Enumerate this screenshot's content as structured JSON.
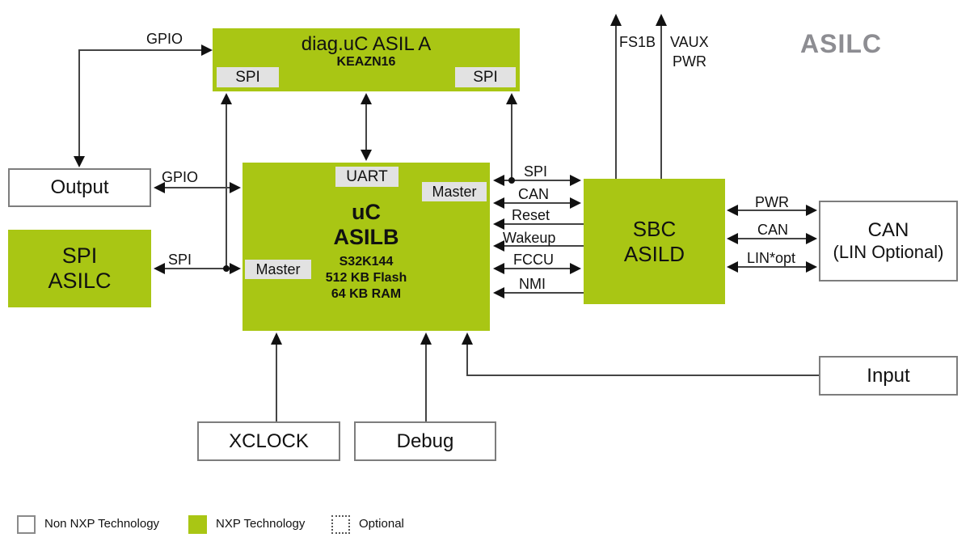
{
  "watermark": "ASILC",
  "blocks": {
    "diag_uc": {
      "title": "diag.uC ASIL A",
      "subtitle": "KEAZN16",
      "port_left": "SPI",
      "port_right": "SPI"
    },
    "uc": {
      "title1": "uC",
      "title2": "ASILB",
      "details": [
        "S32K144",
        "512 KB Flash",
        "64 KB RAM"
      ],
      "port_uart": "UART",
      "master_right": "Master",
      "master_left": "Master"
    },
    "sbc": {
      "line1": "SBC",
      "line2": "ASILD"
    },
    "spi_asilc": {
      "line1": "SPI",
      "line2": "ASILC"
    },
    "output": {
      "label": "Output"
    },
    "can_lin": {
      "line1": "CAN",
      "line2": "(LIN Optional)"
    },
    "input": {
      "label": "Input"
    },
    "xclock": {
      "label": "XCLOCK"
    },
    "debug": {
      "label": "Debug"
    }
  },
  "signals": {
    "gpio_top": "GPIO",
    "gpio_mid": "GPIO",
    "spi_left": "SPI",
    "spi_right": "SPI",
    "can_left": "CAN",
    "reset": "Reset",
    "wakeup": "Wakeup",
    "fccu": "FCCU",
    "nmi": "NMI",
    "fs1b": "FS1B",
    "vaux": "VAUX",
    "pwr_top": "PWR",
    "pwr": "PWR",
    "can_right": "CAN",
    "lin_opt": "LIN*opt"
  },
  "legend": {
    "items": [
      {
        "label": "Non NXP Technology"
      },
      {
        "label": "NXP Technology"
      },
      {
        "label": "Optional"
      }
    ]
  },
  "colors": {
    "nxp_green": "#A9C614",
    "port_bg": "#E2E2E2",
    "line": "#444444",
    "watermark": "#8D8D92"
  }
}
